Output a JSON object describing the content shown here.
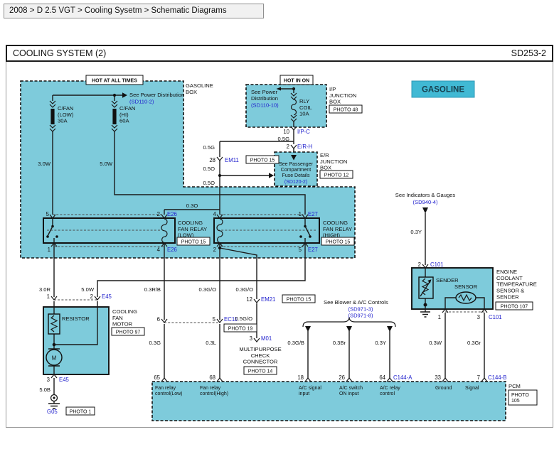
{
  "breadcrumb": {
    "text": "2008 > D 2.5 VGT > Cooling Sysetm > Schematic Diagrams"
  },
  "header": {
    "title": "COOLING SYSTEM (2)",
    "code": "SD253-2"
  },
  "colors": {
    "cyan": "#7ecbdb",
    "gasoline_badge": "#41b9d4",
    "link_blue": "#2121cd",
    "wire": "#1a1a1a"
  },
  "badges": {
    "hot_all_times": "HOT AT ALL TIMES",
    "hot_in_on": "HOT IN ON",
    "gasoline": "GASOLINE"
  },
  "gasoline_box": {
    "label": [
      "GASOLINE",
      "BOX"
    ],
    "see_power": "See Power Distribution",
    "see_power_ref": "(SD110-2)",
    "fuse_low": [
      "C/FAN",
      "(LOW)",
      "30A"
    ],
    "fuse_hi": [
      "C/FAN",
      "(HI)",
      "60A"
    ],
    "wire_low": "3.0W",
    "wire_hi": "5.0W",
    "wire_coil": "0.3O"
  },
  "ip_box": {
    "see_power": [
      "See Power",
      "Distribution"
    ],
    "ref": "(SD110-10)",
    "rly": [
      "RLY",
      "COIL",
      "10A"
    ],
    "label": [
      "I/P",
      "JUNCTION",
      "BOX"
    ],
    "photo": "PHOTO 48",
    "pin10": "10",
    "conn10": "I/P-C",
    "wire": "0.5G",
    "pin2": "2",
    "conn2": "E/R-H"
  },
  "er_box": {
    "text": [
      "See Passenger",
      "Compartment",
      "Fuse Details"
    ],
    "ref": "(SD120-2)",
    "label": [
      "E/R",
      "JUNCTION",
      "BOX"
    ],
    "photo": "PHOTO 12"
  },
  "em11": {
    "wire_above": "0.5G",
    "pin": "28",
    "conn": "EM11",
    "photo": "PHOTO 15",
    "wire_mid": "0.5O",
    "wire_below": "0.5O"
  },
  "relay_low": {
    "pin_top_sw": "5",
    "pin_top_coil": "2",
    "conn_top": "E26",
    "name": [
      "COOLING",
      "FAN RELAY",
      "(LOW)"
    ],
    "photo": "PHOTO 15",
    "pin_bot_sw": "1",
    "pin_bot_coil": "4",
    "conn_bot": "E26"
  },
  "relay_high": {
    "pin_top_coil": "4",
    "pin_top_sw": "1",
    "conn_top": "E27",
    "name": [
      "COOLING",
      "FAN RELAY",
      "(HIGH)"
    ],
    "photo": "PHOTO 15",
    "pin_bot_coil": "2",
    "pin_bot_sw": "5",
    "conn_bot": "E27"
  },
  "motor": {
    "wire1": "3.0R",
    "wire2": "5.0W",
    "pin1": "1",
    "pin2": "2",
    "conn": "E45",
    "name": [
      "COOLING",
      "FAN",
      "MOTOR"
    ],
    "photo": "PHOTO 97",
    "resistor": "RESISTOR",
    "m": "M",
    "pin3": "3",
    "conn3": "E45",
    "wire3": "5.0B",
    "ground": "G05",
    "ground_photo": "PHOTO 1"
  },
  "ec11": {
    "wire_rb": "0.3R/B",
    "pin6": "6",
    "pin5": "5",
    "conn": "EC11",
    "photo": "PHOTO 19",
    "wire_g": "0.3G",
    "wire_l": "0.3L"
  },
  "em21": {
    "wire_go1": "0.3G/O",
    "wire_go2": "0.3G/O",
    "pin": "12",
    "conn": "EM21",
    "photo": "PHOTO 15",
    "wire": "0.5G/O",
    "pin3": "3",
    "conn3": "M01",
    "name": [
      "MULTIPURPOSE",
      "CHECK",
      "CONNECTOR"
    ],
    "photo3": "PHOTO 14"
  },
  "ac": {
    "see": "See Blower & A/C Controls",
    "ref1": "(SD971-3)",
    "ref2": "(SD971-8)",
    "wire_gb": "0.3G/B",
    "wire_br": "0.3Br",
    "wire_y": "0.3Y"
  },
  "indicators": {
    "see": "See Indicators & Gauges",
    "ref": "(SD940-4)",
    "wire": "0.3Y"
  },
  "ect": {
    "pin2": "2",
    "conn2": "C101",
    "sender": "SENDER",
    "sensor": "SENSOR",
    "name": [
      "ENGINE",
      "COOLANT",
      "TEMPERATURE",
      "SENSOR &",
      "SENDER"
    ],
    "photo": "PHOTO 107",
    "pin1": "1",
    "pin3": "3",
    "conn_bot": "C101",
    "wire_w": "0.3W",
    "wire_gr": "0.3Gr"
  },
  "pcm": {
    "pins": [
      {
        "num": "65",
        "label": [
          "Fan relay",
          "control(Low)"
        ]
      },
      {
        "num": "68",
        "label": [
          "Fan relay",
          "control(High)"
        ]
      },
      {
        "num": "18",
        "label": [
          "A/C signal",
          "input"
        ]
      },
      {
        "num": "26",
        "label": [
          "A/C switch",
          "ON input"
        ]
      },
      {
        "num": "64",
        "label": [
          "A/C relay",
          "control"
        ],
        "conn": "C144-A"
      },
      {
        "num": "33",
        "label": [
          "Ground"
        ]
      },
      {
        "num": "7",
        "label": [
          "Signal"
        ],
        "conn": "C144-B"
      }
    ],
    "name": "PCM",
    "photo": [
      "PHOTO",
      "105"
    ]
  }
}
